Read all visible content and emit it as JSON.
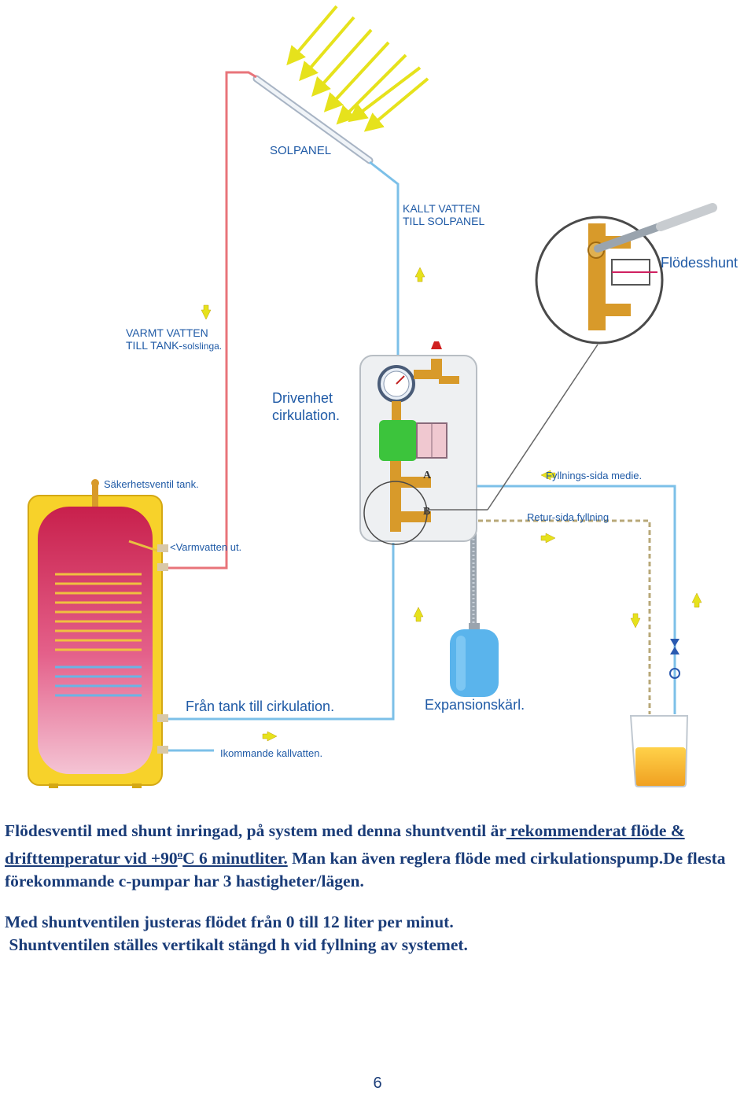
{
  "diagram": {
    "labels": {
      "solpanel": "SOLPANEL",
      "kallt_1": "KALLT VATTEN",
      "kallt_2": "TILL SOLPANEL",
      "varmt_1": "VARMT VATTEN",
      "varmt_2": "TILL TANK-",
      "varmt_3": "solslinga.",
      "drivenhet_1": "Drivenhet",
      "drivenhet_2": "cirkulation.",
      "flodesshunt": "Flödesshunt",
      "sakerhetsventil": "Säkerhetsventil tank.",
      "varmvatten": "<Varmvatten ut.",
      "fran_tank": "Från tank till cirkulation.",
      "ikommande": "Ikommande kallvatten.",
      "expansionskarl": "Expansionskärl.",
      "fyllnings": "Fyllnings-sida medie.",
      "retur": "Retur-sida fyllning",
      "marker_a": "A",
      "marker_b": "B"
    },
    "colors": {
      "hot_pipe": "#e8747a",
      "cold_pipe": "#7cc0e8",
      "tank_shell": "#f7d22a",
      "tank_inner": "#d8365a",
      "label_blue": "#1f5aa6",
      "arrow_yellow": "#e6e21c",
      "brass": "#d89a2a",
      "pump_green": "#3cc43c"
    }
  },
  "body": {
    "p1": {
      "s1": "Flödesventil med shunt inringad, på system med denna shuntventil är",
      "s2": " rekommenderat flöde & drifttemperatur vid +90",
      "s3": "o",
      "s4": "C  6 minutliter.",
      "s5": " Man kan även reglera flöde  med cirkulationspump.De flesta förekommande c-pumpar har 3 hastigheter/lägen."
    },
    "p2": {
      "line1": "Med shuntventilen justeras flödet från 0 till 12 liter per minut.",
      "line2": " Shuntventilen ställes vertikalt stängd h vid fyllning av systemet."
    }
  },
  "page_number": "6"
}
